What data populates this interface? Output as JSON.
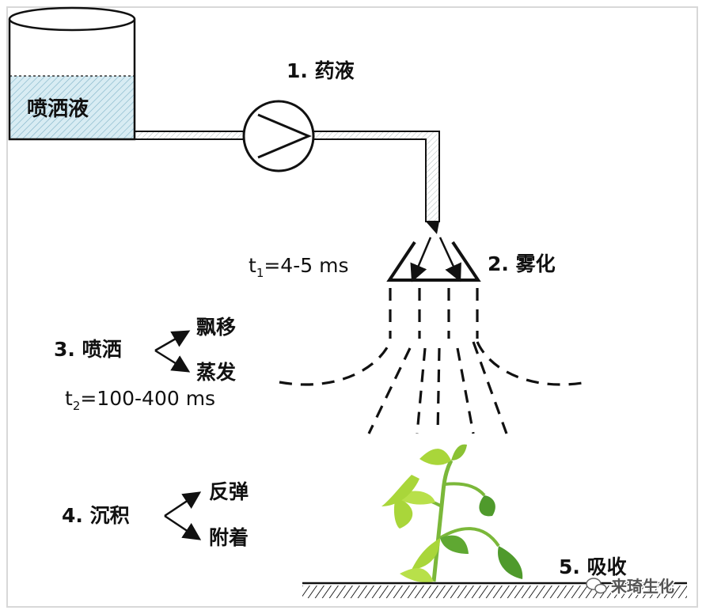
{
  "tank": {
    "label": "喷洒液"
  },
  "steps": {
    "s1": "1. 药液",
    "s2": "2. 雾化",
    "s3": "3. 喷洒",
    "s3_branch_a": "飘移",
    "s3_branch_b": "蒸发",
    "s4": "4. 沉积",
    "s4_branch_a": "反弹",
    "s4_branch_b": "附着",
    "s5": "5. 吸收"
  },
  "timing": {
    "t1_var": "t",
    "t1_sub": "1",
    "t1_val": "=4-5 ms",
    "t2_var": "t",
    "t2_sub": "2",
    "t2_val": "=100-400 ms"
  },
  "watermark": {
    "text": "来琦生化",
    "icon": "wechat-icon"
  },
  "colors": {
    "liquid": "#9ec9d8",
    "leaf_light": "#a9d63a",
    "leaf_dark": "#4f9a2c",
    "line": "#111111"
  }
}
